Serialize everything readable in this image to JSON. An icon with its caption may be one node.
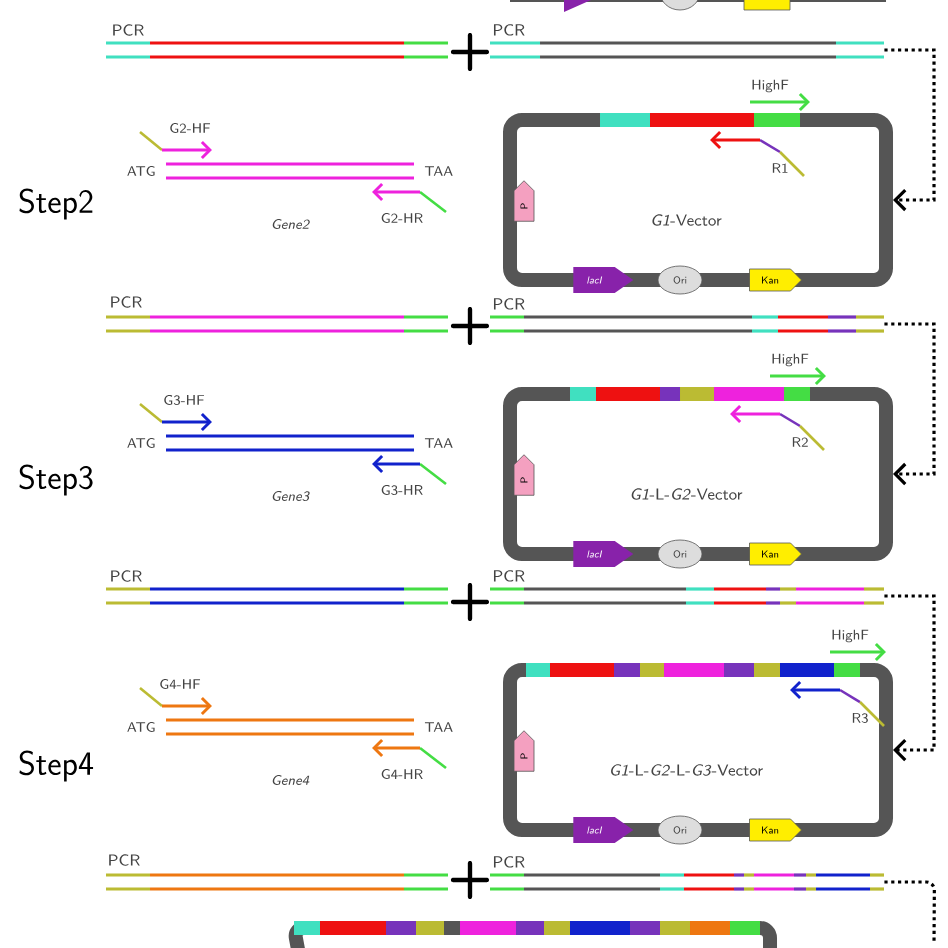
{
  "diagram": {
    "nodes": [
      {
        "text": [
          "PCR"
        ]
      },
      {
        "text": [
          "G2-HF"
        ]
      },
      {
        "text": [],
        "shape": "bar",
        "beside": [
          "ATG",
          "TAA",
          "Gene2"
        ]
      },
      {
        "text": [
          "G2-HR"
        ]
      },
      {
        "text": [
          "*G1*-Vector"
        ]
      },
      {
        "text": [
          "P"
        ],
        "in": 4
      },
      {
        "text": [
          "lacI"
        ],
        "in": 4
      },
      {
        "text": [
          "Ori"
        ],
        "in": 4
      },
      {
        "text": [
          "Kan"
        ],
        "in": 4
      },
      {
        "text": [
          "HighF"
        ]
      },
      {
        "text": [
          "R1"
        ],
        "in": 4
      },
      {
        "text": [
          "PCR"
        ]
      },
      {
        "text": [
          "G3-HF"
        ]
      },
      {
        "text": [],
        "shape": "bar",
        "beside": [
          "ATG",
          "TAA",
          "Gene3"
        ]
      },
      {
        "text": [
          "G3-HR"
        ]
      },
      {
        "text": [
          "*G1*-L-*G2*-Vector"
        ]
      },
      {
        "text": [
          "P"
        ],
        "in": 15
      },
      {
        "text": [
          "lacI"
        ],
        "in": 15
      },
      {
        "text": [
          "Ori"
        ],
        "in": 15
      },
      {
        "text": [
          "Kan"
        ],
        "in": 15
      },
      {
        "text": [
          "HighF"
        ]
      },
      {
        "text": [
          "R2"
        ],
        "in": 15
      },
      {
        "text": [
          "PCR"
        ]
      },
      {
        "text": [
          "G4-HF"
        ]
      },
      {
        "text": [],
        "shape": "bar",
        "beside": [
          "ATG",
          "TAA",
          "Gene4"
        ]
      },
      {
        "text": [
          "G4-HR"
        ]
      },
      {
        "text": [
          "*G1*-L-*G2*-L-*G3*-Vector"
        ]
      },
      {
        "text": [
          "P"
        ],
        "in": 26
      },
      {
        "text": [
          "lacI"
        ],
        "in": 26
      },
      {
        "text": [
          "Ori"
        ],
        "in": 26
      },
      {
        "text": [
          "Kan"
        ],
        "in": 26
      },
      {
        "text": [
          "HighF"
        ]
      },
      {
        "text": [
          "R3"
        ],
        "in": 26
      },
      {
        "text": [
          "PCR"
        ]
      }
    ],
    "edges": [
      {
        "from": 0,
        "to": 4,
        "arrow": "to",
        "style": "dashed"
      },
      {
        "from": 11,
        "to": 15,
        "arrow": "to",
        "style": "dashed"
      },
      {
        "from": 22,
        "to": 26,
        "arrow": "to",
        "style": "dashed"
      },
      {
        "from": 33,
        "to": null,
        "arrow": "none",
        "style": "dashed"
      }
    ],
    "labels": [
      "PCR",
      "+",
      "Step2",
      "PCR",
      "+",
      "Step3",
      "PCR",
      "+",
      "Step4",
      "PCR",
      "+"
    ]
  }
}
